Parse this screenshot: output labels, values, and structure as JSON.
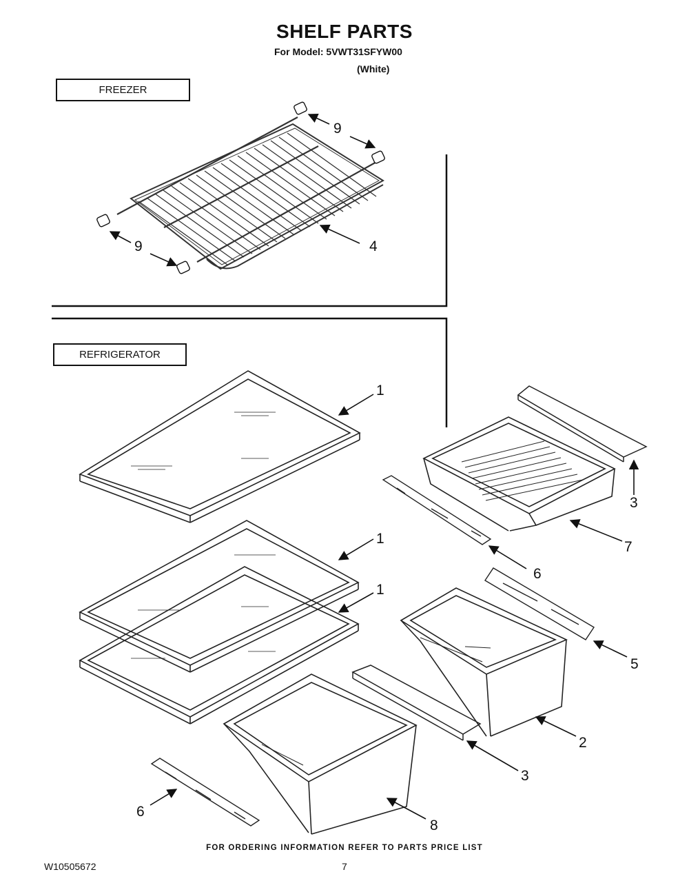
{
  "header": {
    "title": "SHELF PARTS",
    "model_line": "For Model: 5VWT31SFYW00",
    "color_line": "(White)"
  },
  "sections": {
    "freezer": "FREEZER",
    "refrigerator": "REFRIGERATOR"
  },
  "callouts": {
    "shelf_glass_top": "1",
    "shelf_glass_mid": "1",
    "shelf_glass_low": "1",
    "crisper_right": "2",
    "cover_upper": "3",
    "cover_lower": "3",
    "wire_shelf": "4",
    "slide_right": "5",
    "slide_upper": "6",
    "slide_lower": "6",
    "pan_upper": "7",
    "crisper_left": "8",
    "bushing_top": "9",
    "bushing_left": "9"
  },
  "footer": {
    "note": "FOR ORDERING INFORMATION REFER TO PARTS PRICE LIST",
    "doc_number": "W10505672",
    "page": "7"
  }
}
